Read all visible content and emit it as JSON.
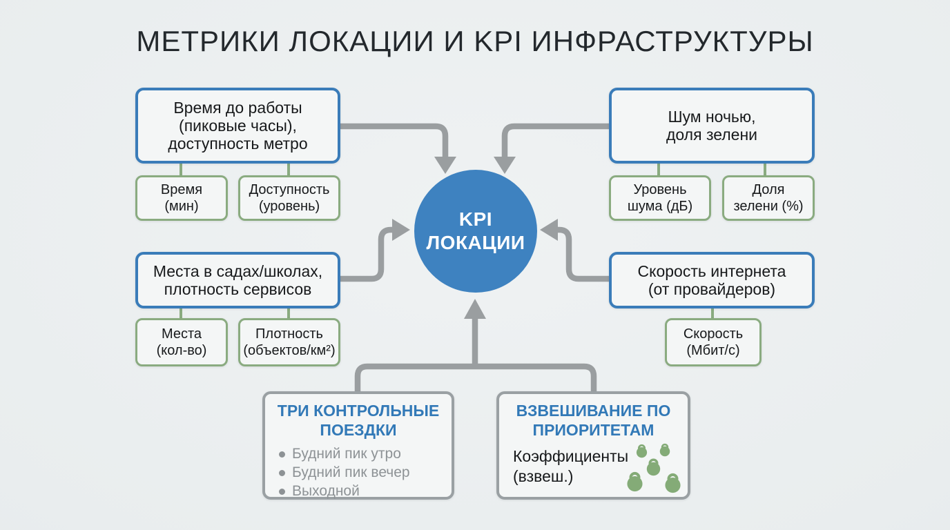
{
  "title": "МЕТРИКИ ЛОКАЦИИ И KPI ИНФРАСТРУКТУРЫ",
  "center": {
    "label": "KPI\nЛОКАЦИИ"
  },
  "groups": {
    "commute": {
      "label": "Время до работы\n(пиковые часы),\nдоступность метро",
      "metrics": [
        "Время\n(мин)",
        "Доступность\n(уровень)"
      ]
    },
    "environment": {
      "label": "Шум ночью,\nдоля зелени",
      "metrics": [
        "Уровень\nшума (дБ)",
        "Доля\nзелени (%)"
      ]
    },
    "services": {
      "label": "Места в садах/школах,\nплотность сервисов",
      "metrics": [
        "Места\n(кол-во)",
        "Плотность\n(объектов/км²)"
      ]
    },
    "internet": {
      "label": "Скорость интернета\n(от провайдеров)",
      "metrics": [
        "Скорость\n(Мбит/с)"
      ]
    }
  },
  "cards": {
    "trips": {
      "title": "ТРИ КОНТРОЛЬНЫЕ\nПОЕЗДКИ",
      "bullets": [
        "Будний пик утро",
        "Будний пик вечер",
        "Выходной"
      ]
    },
    "weighting": {
      "title": "ВЗВЕШИВАНИЕ ПО\nПРИОРИТЕТАМ",
      "note": "Коэффициенты\n(взвеш.)",
      "icon": "kettlebell-icon",
      "icon_count": 5
    }
  },
  "colors": {
    "heading_text": "#23282c",
    "body_text": "#17191b",
    "box_fill": "#f4f6f6",
    "blue_border": "#3a7cb9",
    "green_border": "#8aab80",
    "gray_border": "#9aa0a3",
    "arrow_gray": "#9a9ea0",
    "circle_fill": "#3e82c0",
    "circle_text": "#ffffff",
    "card_title_blue": "#3279b7",
    "muted_text": "#8d9295",
    "kettlebell_green": "#84ab77"
  }
}
